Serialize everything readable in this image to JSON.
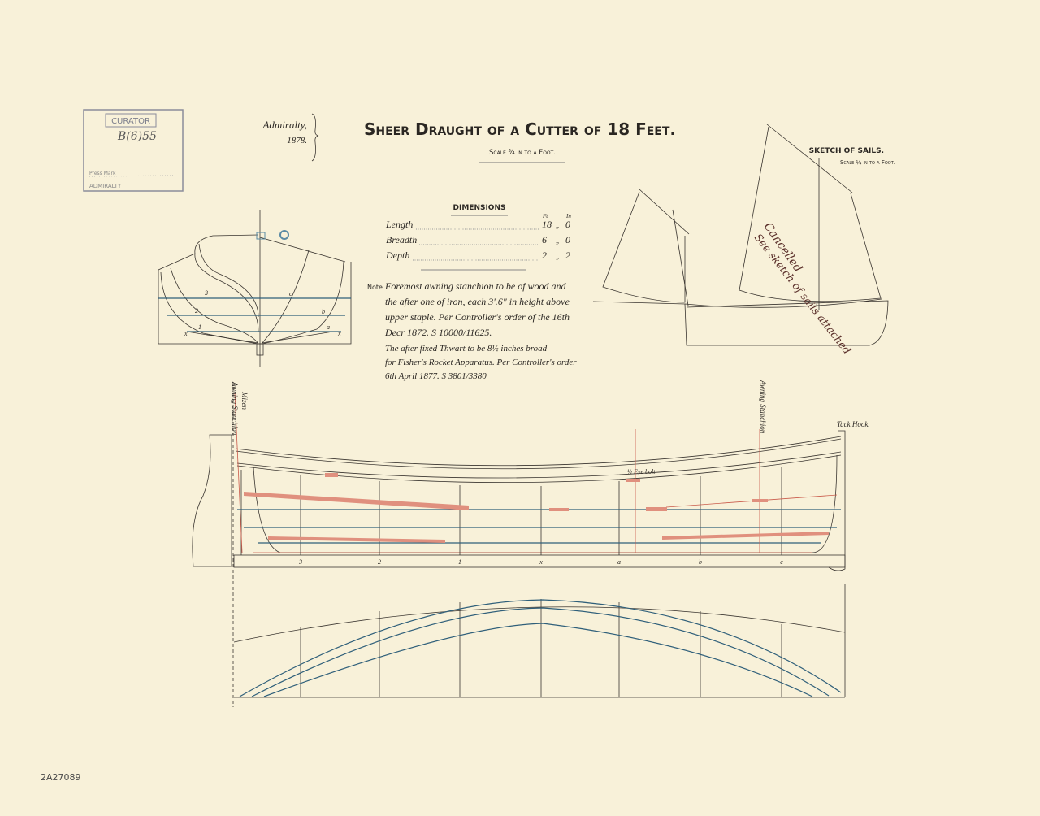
{
  "title": "Sheer Draught of a Cutter of 18 Feet.",
  "scale": "Scale ¾ in to a Foot.",
  "authority": {
    "name": "Admiralty,",
    "year": "1878."
  },
  "stamp": {
    "label": "CURATOR",
    "ref": "B(6)55",
    "line1": "Press Mark",
    "line2": "ADMIRALTY"
  },
  "dimensions": {
    "heading": "DIMENSIONS",
    "col_ft": "Ft",
    "col_in": "In",
    "rows": [
      {
        "label": "Length",
        "ft": "18",
        "sep": "„",
        "in": "0"
      },
      {
        "label": "Breadth",
        "ft": "6",
        "sep": "„",
        "in": "0"
      },
      {
        "label": "Depth",
        "ft": "2",
        "sep": "„",
        "in": "2"
      }
    ]
  },
  "note": {
    "prefix": "Note.",
    "lines": [
      "Foremost awning stanchion to be of wood and",
      "the after one of iron, each 3'.6\" in height above",
      "upper staple. Per Controller's order of the 16th",
      "Decr 1872. S 10000/11625.",
      "The after fixed Thwart to be 8½ inches broad",
      "for Fisher's Rocket Apparatus. Per Controller's order",
      "6th April 1877. S 3801/3380"
    ]
  },
  "sails": {
    "heading": "SKETCH OF SAILS.",
    "scale": "Scale ¼ in to a Foot.",
    "annotation1": "Cancelled",
    "annotation2": "See sketch of sails attached"
  },
  "body_plan_labels": [
    "3",
    "2",
    "1",
    "c",
    "b",
    "a",
    "x",
    "x"
  ],
  "sheer_plan": {
    "labels": {
      "mizen": "Mizen",
      "awning_aft": "Awning Stanchion",
      "awning_fwd": "Awning Stanchion",
      "tack_hook": "Tack Hook.",
      "eye_bolt": "½ Eye bolt"
    },
    "stations": [
      "3",
      "2",
      "1",
      "x",
      "a",
      "b",
      "c"
    ]
  },
  "catalog_number": "2A27089",
  "colors": {
    "paper": "#f8f1d9",
    "ink": "#3a3530",
    "blue": "#2f5f7a",
    "red": "#c95a4a"
  }
}
